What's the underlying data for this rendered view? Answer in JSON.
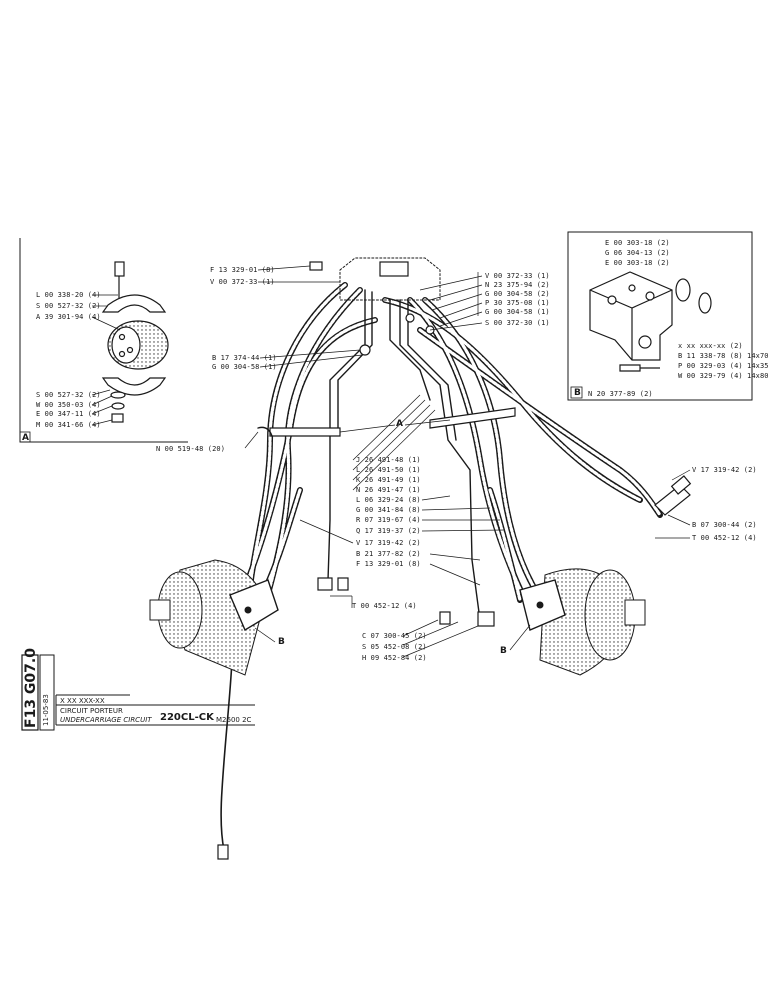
{
  "inset_a": {
    "letter": "A",
    "parts": [
      "L 00 338-20 (4)",
      "S 00 527-32 (2)",
      "A 39 301-94 (4)",
      "S 00 527-32 (2)",
      "W 00 350-03 (4)",
      "E 00 347-11 (4)",
      "M 00 341-66 (4)"
    ]
  },
  "inset_b": {
    "letter": "B",
    "assembly": "N 20 377-89 (2)",
    "parts_top": [
      "E 00 303-18 (2)",
      "G 06 304-13 (2)",
      "E 00 303-18 (2)"
    ],
    "part_mid": "x xx xxx-xx (2)",
    "parts_bottom": [
      "B 11 338-78 (8) 14x70",
      "P 00 329-03 (4) 14x35",
      "W 00 329-79 (4) 14x80"
    ]
  },
  "callouts": {
    "top_left": [
      "F 13 329-01 (8)",
      "V 00 372-33 (1)"
    ],
    "top_right": [
      "V 00 372-33 (1)",
      "N 23 375-94 (2)",
      "G 00 304-58 (2)",
      "P 30 375-08 (1)",
      "G 00 304-58 (1)",
      "S 00 372-30 (1)"
    ],
    "mid_left": [
      "B 17 374-44 (1)",
      "G 00 304-58 (1)"
    ],
    "label_a": "A",
    "left_hose": "N 00 519-48 (20)",
    "center_list": [
      "J 26 491-48 (1)",
      "L 26 491-50 (1)",
      "K 26 491-49 (1)",
      "N 26 491-47 (1)",
      "L 06 329-24 (8)",
      "G 00 341-84 (8)",
      "R 07 319-67 (4)",
      "Q 17 319-37 (2)",
      "V 17 319-42 (2)",
      "B 21 377-82 (2)",
      "F 13 329-01 (8)"
    ],
    "right_list": [
      "V 17 319-42 (2)",
      "B 07 300-44 (2)",
      "T 00 452-12 (4)"
    ],
    "under_left": "T 00 452-12 (4)",
    "bottom_center": [
      "C 07 300-45 (2)",
      "S 05 452-08 (2)",
      "H 09 452-84 (2)"
    ],
    "label_b_left": "B",
    "label_b_right": "B"
  },
  "title_block": {
    "code": "F13 G07.0",
    "date": "11-05-83",
    "ref": "X XX XXX-XX",
    "title_fr": "CIRCUIT PORTEUR",
    "title_en": "UNDERCARRIAGE CIRCUIT",
    "model": "220CL-CK",
    "variant": "M2600 2C"
  },
  "colors": {
    "ink": "#1a1a1a",
    "paper": "#ffffff"
  }
}
